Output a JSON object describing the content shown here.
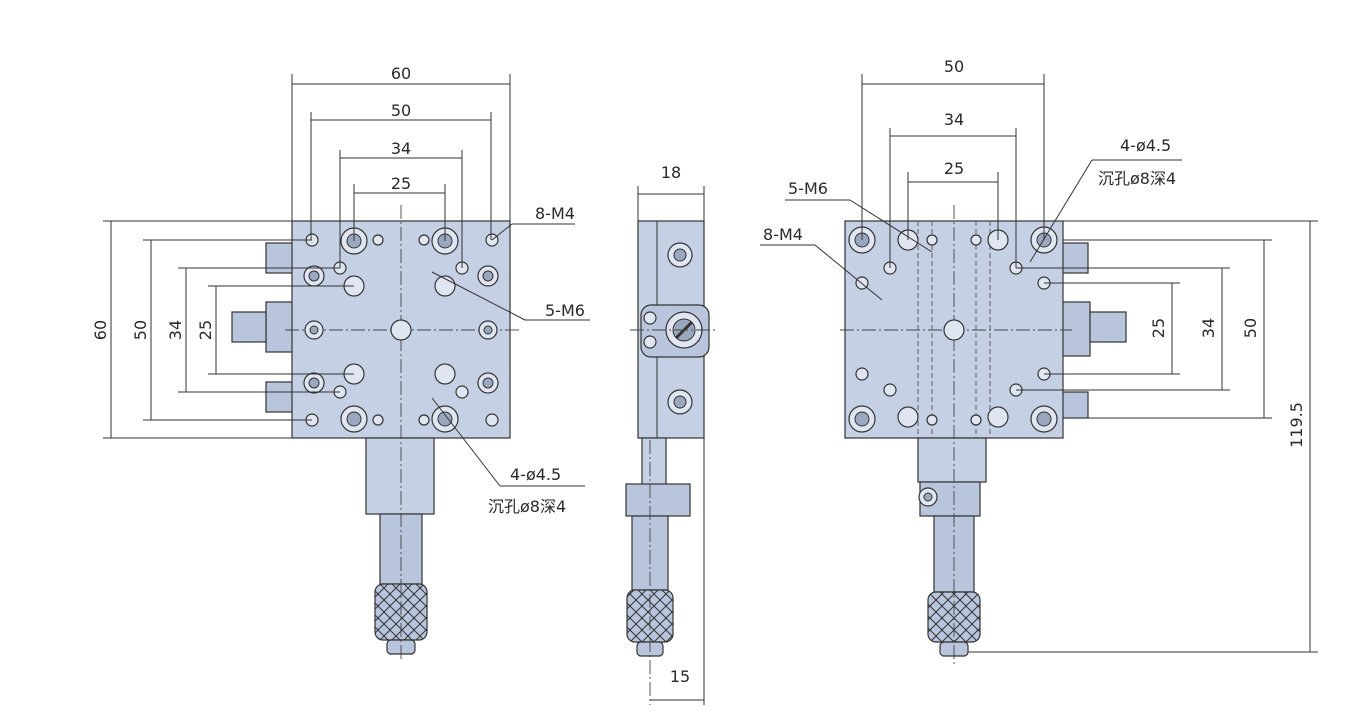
{
  "left_view": {
    "dims_top": [
      "60",
      "50",
      "34",
      "25"
    ],
    "dims_left": [
      "60",
      "50",
      "34",
      "25"
    ],
    "label_8m4": "8-M4",
    "label_5m6": "5-M6",
    "label_hole": "4-ø4.5",
    "label_counterbore": "沉孔ø8深4"
  },
  "side_view": {
    "dim_top": "18",
    "dim_bottom": "15"
  },
  "right_view": {
    "dims_top": [
      "50",
      "34",
      "25"
    ],
    "dims_right": [
      "25",
      "34",
      "50"
    ],
    "dim_height": "119.5",
    "label_5m6": "5-M6",
    "label_8m4": "8-M4",
    "label_hole": "4-ø4.5",
    "label_counterbore": "沉孔ø8深4"
  },
  "colors": {
    "body_fill": "#c6d0e4",
    "line": "#333333"
  }
}
